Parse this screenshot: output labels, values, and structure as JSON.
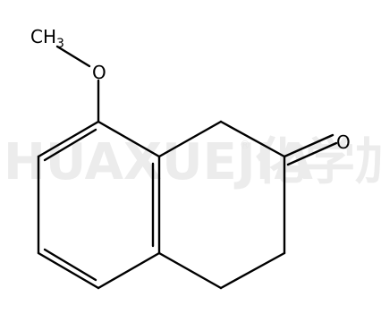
{
  "watermark": {
    "latin": "HUAXUEJIA",
    "registered": "®",
    "chinese": "化学加"
  },
  "molecule": {
    "methyl_main": "CH",
    "methyl_sub": "3",
    "ether_oxygen": "O",
    "ketone_oxygen": "O"
  }
}
